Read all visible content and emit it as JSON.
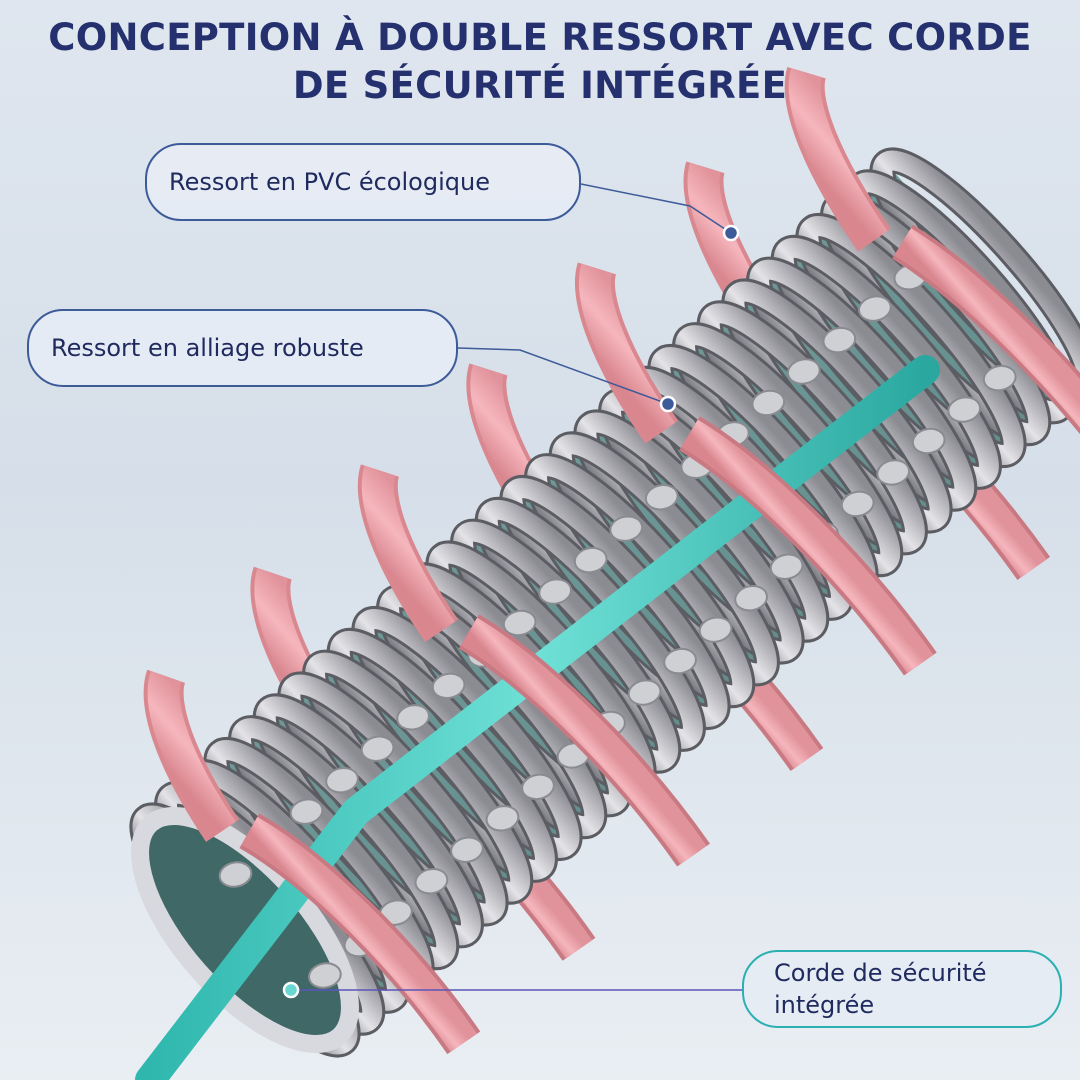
{
  "title": {
    "line1": "CONCEPTION À DOUBLE RESSORT AVEC CORDE",
    "line2": "DE SÉCURITÉ INTÉGRÉE"
  },
  "callouts": {
    "pvc_spring": "Ressort en PVC écologique",
    "alloy_spring": "Ressort en alliage robuste",
    "safety_rope_line1": "Corde de sécurité",
    "safety_rope_line2": "intégrée"
  },
  "colors": {
    "title": "#25306e",
    "callout_border": "#3d5a99",
    "rope_callout_border": "#2ab0b2",
    "pvc_spring": "#f0a4ad",
    "alloy_spring": "#a9aab0",
    "safety_rope": "#3cc9c0"
  }
}
